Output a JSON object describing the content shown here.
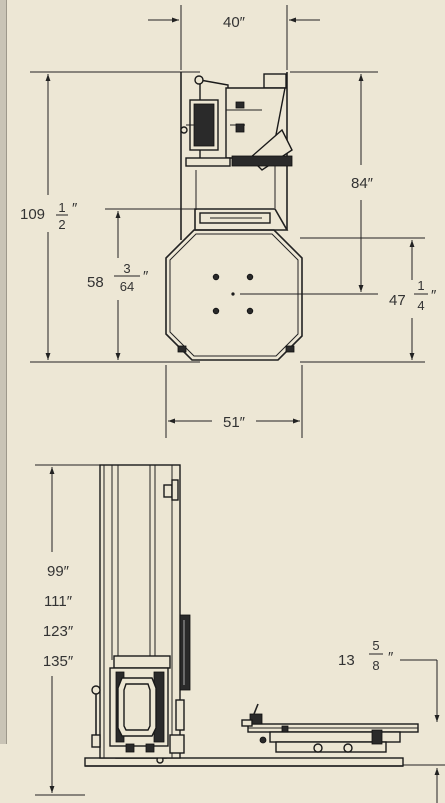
{
  "top_view": {
    "dim_width_top": "40″",
    "dim_total_height": {
      "whole": "109",
      "num": "1",
      "den": "2",
      "unit": "″"
    },
    "dim_turntable_offset": {
      "whole": "58",
      "num": "3",
      "den": "64",
      "unit": "″"
    },
    "dim_mast_height": "84″",
    "dim_turntable_half": {
      "whole": "47",
      "num": "1",
      "den": "4",
      "unit": "″"
    },
    "dim_turntable_width": "51″"
  },
  "side_view": {
    "heights": [
      "99″",
      "111″",
      "123″",
      "135″"
    ],
    "dim_table_height": {
      "whole": "13",
      "num": "5",
      "den": "8",
      "unit": "″"
    }
  }
}
